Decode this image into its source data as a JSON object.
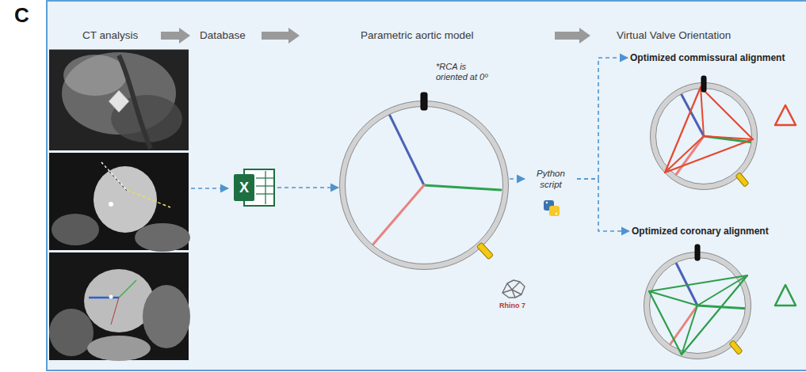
{
  "diagram": {
    "nodes": [
      {
        "text": [
          "X"
        ]
      },
      {
        "text": [
          "*RCA is oriented at 0º"
        ]
      },
      {
        "text": [
          "Python script"
        ]
      },
      {
        "text": [
          "Optimized commissural alignment"
        ]
      },
      {
        "text": [
          "Optimized coronary alignment"
        ]
      }
    ],
    "edges": [
      {
        "from": 0,
        "to": 1,
        "arrow": "to"
      },
      {
        "from": 1,
        "to": 2,
        "arrow": "to"
      },
      {
        "from": 2,
        "to": 3,
        "arrow": "to"
      },
      {
        "from": 2,
        "to": 4,
        "arrow": "to"
      }
    ],
    "labels": [
      "C",
      "CT analysis",
      "Database",
      "Parametric aortic model",
      "Virtual Valve Orientation",
      "Rhino 7"
    ]
  }
}
